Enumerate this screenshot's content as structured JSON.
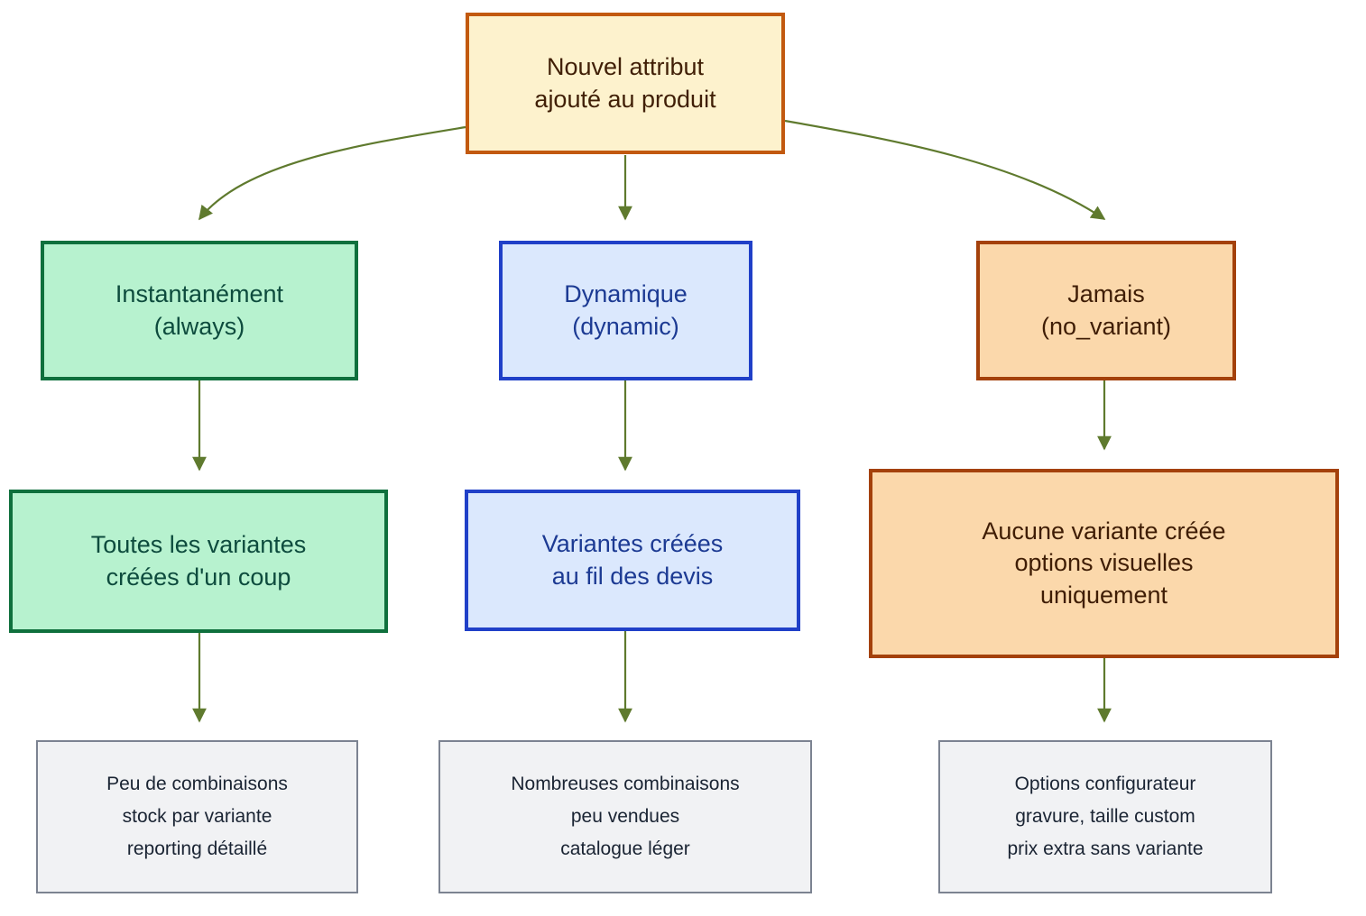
{
  "diagram": {
    "type": "flowchart",
    "title": "Nouvel attribut ajoute au produit - strategie de creation de variantes",
    "background_color": "#ffffff",
    "edge_color": "#5f7a2e"
  },
  "nodes": {
    "root": {
      "id": "root",
      "lines": [
        "Nouvel attribut",
        "ajoute au produit"
      ],
      "line1": "Nouvel attribut",
      "line2": "ajouté au produit",
      "fill": "#fdf2cd",
      "stroke": "#c2590f",
      "text_color": "#401f06"
    },
    "always": {
      "id": "always",
      "line1": "Instantanément",
      "line2": "(always)",
      "fill": "#b7f2cf",
      "stroke": "#0f703d",
      "text_color": "#0d4b3d"
    },
    "dynamic": {
      "id": "dynamic",
      "line1": "Dynamique",
      "line2": "(dynamic)",
      "fill": "#dbe8fd",
      "stroke": "#2040c8",
      "text_color": "#1c3a93"
    },
    "no_variant": {
      "id": "no_variant",
      "line1": "Jamais",
      "line2": "(no_variant)",
      "fill": "#fbd8ab",
      "stroke": "#a4410b",
      "text_color": "#3f1d05"
    },
    "always_result": {
      "id": "always_result",
      "line1": "Toutes les variantes",
      "line2": "créées d'un coup",
      "fill": "#b7f2cf",
      "stroke": "#0f703d",
      "text_color": "#0d4b3d"
    },
    "dynamic_result": {
      "id": "dynamic_result",
      "line1": "Variantes créées",
      "line2": "au fil des devis",
      "fill": "#dbe8fd",
      "stroke": "#2040c8",
      "text_color": "#1c3a93"
    },
    "no_variant_result": {
      "id": "no_variant_result",
      "line1": "Aucune variante créée",
      "line2": "options visuelles",
      "line3": "uniquement",
      "fill": "#fbd8ab",
      "stroke": "#a4410b",
      "text_color": "#3f1d05"
    },
    "always_usecase": {
      "id": "always_usecase",
      "line1": "Peu de combinaisons",
      "line2": "stock par variante",
      "line3": "reporting détaillé",
      "fill": "#f1f2f4",
      "stroke": "#7c8391",
      "text_color": "#1a2433"
    },
    "dynamic_usecase": {
      "id": "dynamic_usecase",
      "line1": "Nombreuses combinaisons",
      "line2": "peu vendues",
      "line3": "catalogue léger",
      "fill": "#f1f2f4",
      "stroke": "#7c8391",
      "text_color": "#1a2433"
    },
    "no_variant_usecase": {
      "id": "no_variant_usecase",
      "line1": "Options configurateur",
      "line2": "gravure, taille custom",
      "line3": "prix extra sans variante",
      "fill": "#f1f2f4",
      "stroke": "#7c8391",
      "text_color": "#1a2433"
    }
  },
  "edges": [
    {
      "from": "root",
      "to": "always",
      "label": ""
    },
    {
      "from": "root",
      "to": "dynamic",
      "label": ""
    },
    {
      "from": "root",
      "to": "no_variant",
      "label": ""
    },
    {
      "from": "always",
      "to": "always_result",
      "label": ""
    },
    {
      "from": "dynamic",
      "to": "dynamic_result",
      "label": ""
    },
    {
      "from": "no_variant",
      "to": "no_variant_result",
      "label": ""
    },
    {
      "from": "always_result",
      "to": "always_usecase",
      "label": ""
    },
    {
      "from": "dynamic_result",
      "to": "dynamic_usecase",
      "label": ""
    },
    {
      "from": "no_variant_result",
      "to": "no_variant_usecase",
      "label": ""
    }
  ]
}
